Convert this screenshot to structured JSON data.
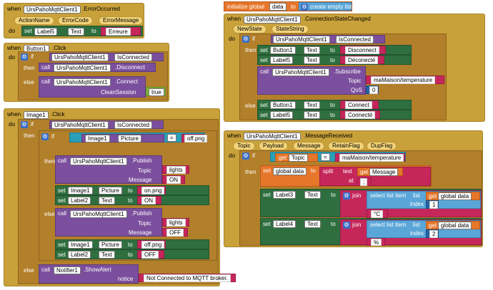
{
  "kw": {
    "when": "when",
    "do": "do",
    "if": "if",
    "then": "then",
    "else": "else",
    "call": "call",
    "set": "set",
    "to": "to",
    "get": "get",
    "join": "join",
    "index": "index",
    "text": "text",
    "at": "at",
    "split": "split",
    "select_list_item": "select list item",
    "list": "list",
    "eq": "=",
    "initialize_global": "initialize global",
    "create_empty_list": "create empty list"
  },
  "blocks": {
    "error_event": {
      "component": "UrsPahoMqttClient1",
      "event": ".ErrorOccurred",
      "params": [
        "ActionName",
        "ErrorCode",
        "ErrorMessage"
      ],
      "set_target": "Label5",
      "set_prop": "Text",
      "value": "Erreure"
    },
    "button1_click": {
      "component": "Button1",
      "event": ".Click",
      "cond_component": "UrsPahoMqttClient1",
      "cond_prop": "IsConnected",
      "then_call": "UrsPahoMqttClient1",
      "then_method": ".Disconnect",
      "else_call": "UrsPahoMqttClient1",
      "else_method": ".Connect",
      "arg_label": "CleanSession",
      "arg_value": "true"
    },
    "image1_click": {
      "component": "Image1",
      "event": ".Click",
      "cond_component": "UrsPahoMqttClient1",
      "cond_prop": "IsConnected",
      "inner_cond_component": "Image1",
      "inner_cond_prop": "Picture",
      "inner_cond_value": "off.png",
      "publish1": {
        "component": "UrsPahoMqttClient1",
        "method": ".Publish",
        "topic_label": "Topic",
        "topic": "lights",
        "message_label": "Message",
        "message": "ON"
      },
      "set1": {
        "target": "Image1",
        "prop": "Picture",
        "value": "on.png"
      },
      "set2": {
        "target": "Label2",
        "prop": "Text",
        "value": "ON"
      },
      "publish2": {
        "component": "UrsPahoMqttClient1",
        "method": ".Publish",
        "topic_label": "Topic",
        "topic": "lights",
        "message_label": "Message",
        "message": "OFF"
      },
      "set3": {
        "target": "Image1",
        "prop": "Picture",
        "value": "off.png"
      },
      "set4": {
        "target": "Label2",
        "prop": "Text",
        "value": "OFF"
      },
      "alert": {
        "component": "Notifier1",
        "method": ".ShowAlert",
        "notice_label": "notice",
        "notice": "Not Connected to MQTT broker."
      }
    },
    "init_global": {
      "name": "data"
    },
    "conn_state": {
      "component": "UrsPahoMqttClient1",
      "event": ".ConnectionStateChanged",
      "params": [
        "NewState",
        "StateString"
      ],
      "cond_component": "UrsPahoMqttClient1",
      "cond_prop": "IsConnected",
      "set1": {
        "target": "Button1",
        "prop": "Text",
        "value": "Disconnect"
      },
      "set2": {
        "target": "Label5",
        "prop": "Text",
        "value": "Déconecté"
      },
      "subscribe": {
        "component": "UrsPahoMqttClient1",
        "method": ".Subscribe",
        "topic_label": "Topic",
        "topic": "maMaison/temperature",
        "qos_label": "QoS",
        "qos": "0"
      },
      "set3": {
        "target": "Button1",
        "prop": "Text",
        "value": "Connect"
      },
      "set4": {
        "target": "Label5",
        "prop": "Text",
        "value": "Connecté"
      }
    },
    "msg_received": {
      "component": "UrsPahoMqttClient1",
      "event": ".MessageReceived",
      "params": [
        "Topic",
        "Payload",
        "Message",
        "RetainFlag",
        "DupFlag"
      ],
      "cond_get": "Topic",
      "cond_value": "maMaison/temperature",
      "set_global": "global data",
      "split_get": "Message",
      "split_at": ";",
      "set3": {
        "target": "Label3",
        "prop": "Text"
      },
      "get_global": "global data",
      "index1": "1",
      "unit1": "°C",
      "set4": {
        "target": "Label4",
        "prop": "Text"
      },
      "index2": "2",
      "unit2": "%"
    }
  }
}
